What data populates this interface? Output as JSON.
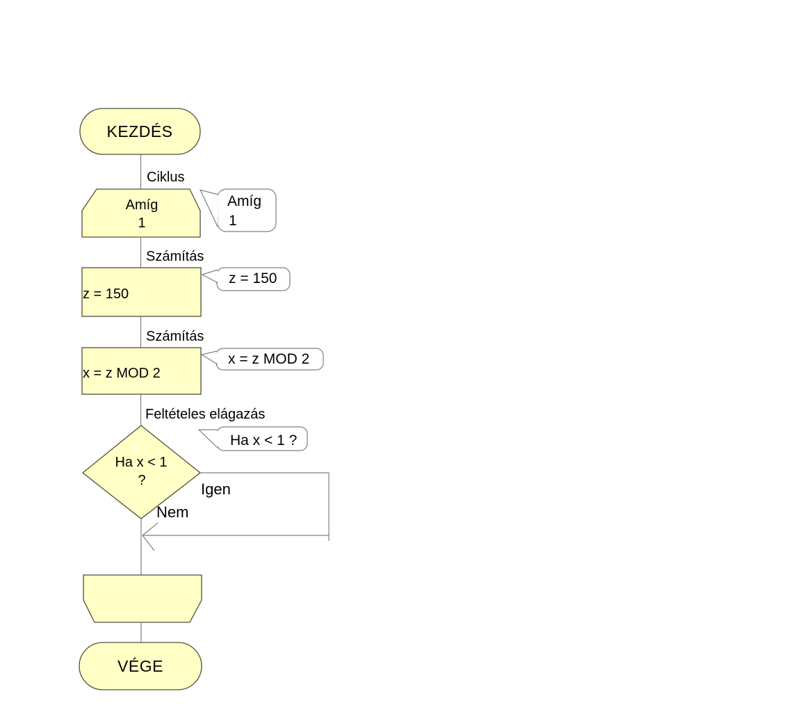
{
  "nodes": {
    "start": "KEZDÉS",
    "loop_start_line1": "Amíg",
    "loop_start_line2": "1",
    "process1": "z = 150",
    "process2": "x = z MOD 2",
    "decision_line1": "Ha x < 1",
    "decision_line2": "?",
    "end": "VÉGE"
  },
  "edge_labels": {
    "loop": "Ciklus",
    "calc1": "Számítás",
    "calc2": "Számítás",
    "conditional": "Feltételes elágazás",
    "yes": "Igen",
    "no": "Nem"
  },
  "callouts": {
    "loop_line1": "Amíg",
    "loop_line2": "1",
    "calc1": "z = 150",
    "calc2": "x = z MOD 2",
    "decision": "Ha x < 1 ?"
  },
  "colors": {
    "background": "#FFFFFF",
    "node_fill": "#FFFFC6",
    "node_border": "#4F4F3C",
    "connector": "#7F7F7F",
    "callout_fill": "#FFFFFF",
    "callout_border": "#7F7F7F",
    "text": "#000000"
  }
}
